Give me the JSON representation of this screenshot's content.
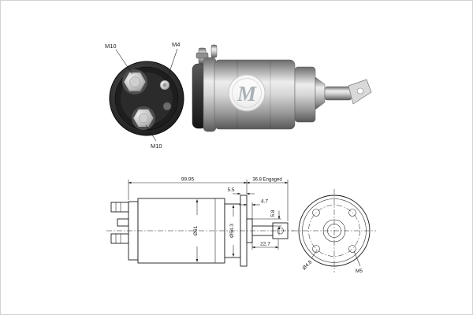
{
  "ink_color": "#1a1a1a",
  "background_color": "#ffffff",
  "terminal_view": {
    "m10_top": "M10",
    "m4": "M4",
    "m10_bottom": "M10"
  },
  "watermark_letter": "M",
  "dimensions": {
    "total_length": "99.95",
    "engaged_travel": "36.8 Engaged",
    "flange_thickness": "5.5",
    "collar_width": "4.7",
    "rod_step": "5.8",
    "rod_length": "22.7",
    "body_diameter": "Ø61",
    "front_diameter": "Ø54.3",
    "hole_thread": "M5",
    "hole_diameter": "Ø4.8"
  }
}
